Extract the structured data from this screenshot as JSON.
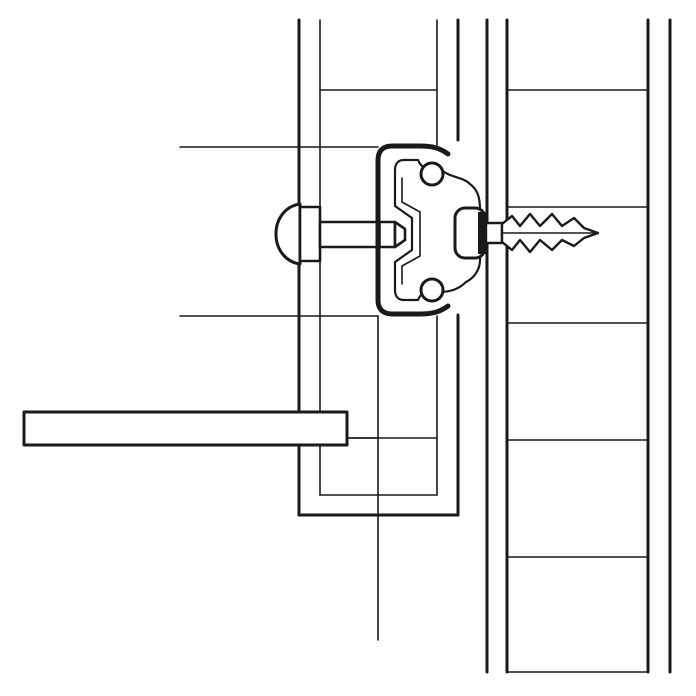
{
  "diagram": {
    "kind": "technical-line-drawing",
    "subject": "drawer-slide-section-view",
    "parts": [
      {
        "id": "cabinet-side-panel"
      },
      {
        "id": "drawer-side-panel"
      },
      {
        "id": "drawer-bottom-board"
      },
      {
        "id": "slide-rail-profile"
      },
      {
        "id": "mounting-screw"
      },
      {
        "id": "wood-screw"
      },
      {
        "id": "leader-lines"
      }
    ],
    "line_color": "#1a1a1a",
    "background_color": "#ffffff"
  }
}
